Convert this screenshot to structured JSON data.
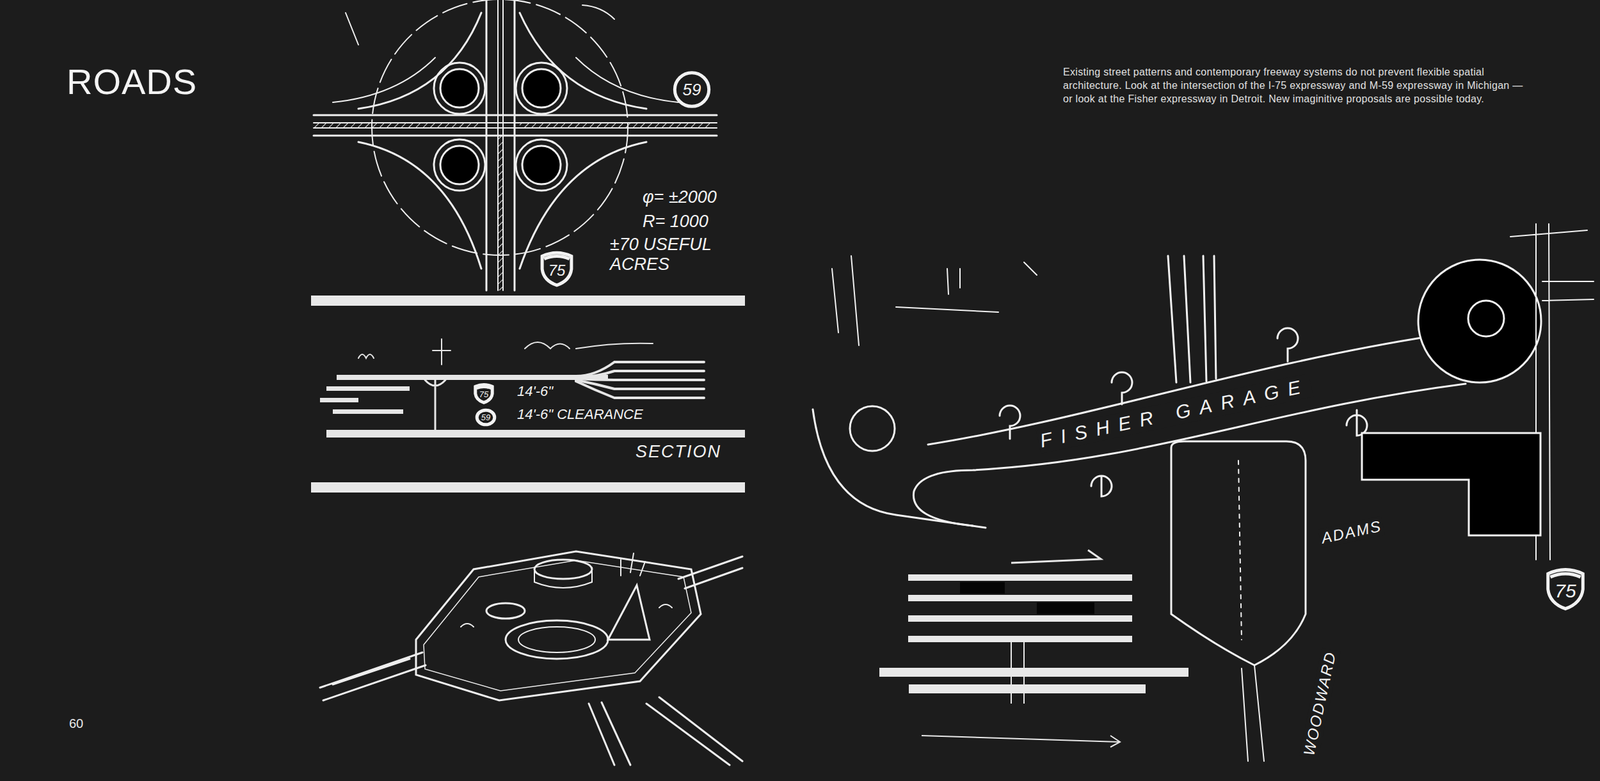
{
  "diagram": {
    "title": "ROADS",
    "caption": "Existing street patterns and contemporary freeway systems do not prevent flexible spatial architecture. Look at the intersection of the I-75 expressway and M-59 expressway in Michigan — or look at the Fisher expressway in Detroit. New imaginitive proposals are possible today.",
    "nodes": [
      {
        "text": [
          "59"
        ]
      },
      {
        "text": [
          "75"
        ]
      },
      {
        "text": [
          "75"
        ]
      },
      {
        "text": [
          "59"
        ]
      },
      {
        "text": [
          "75"
        ]
      }
    ],
    "labels": [
      "φ= ±2000",
      "R= 1000",
      "±70 USEFUL ACRES",
      "14'-6\"",
      "14'-6\" CLEARANCE",
      "SECTION",
      "FISHER GARAGE",
      "ADAMS",
      "WOODWARD",
      "60"
    ]
  }
}
